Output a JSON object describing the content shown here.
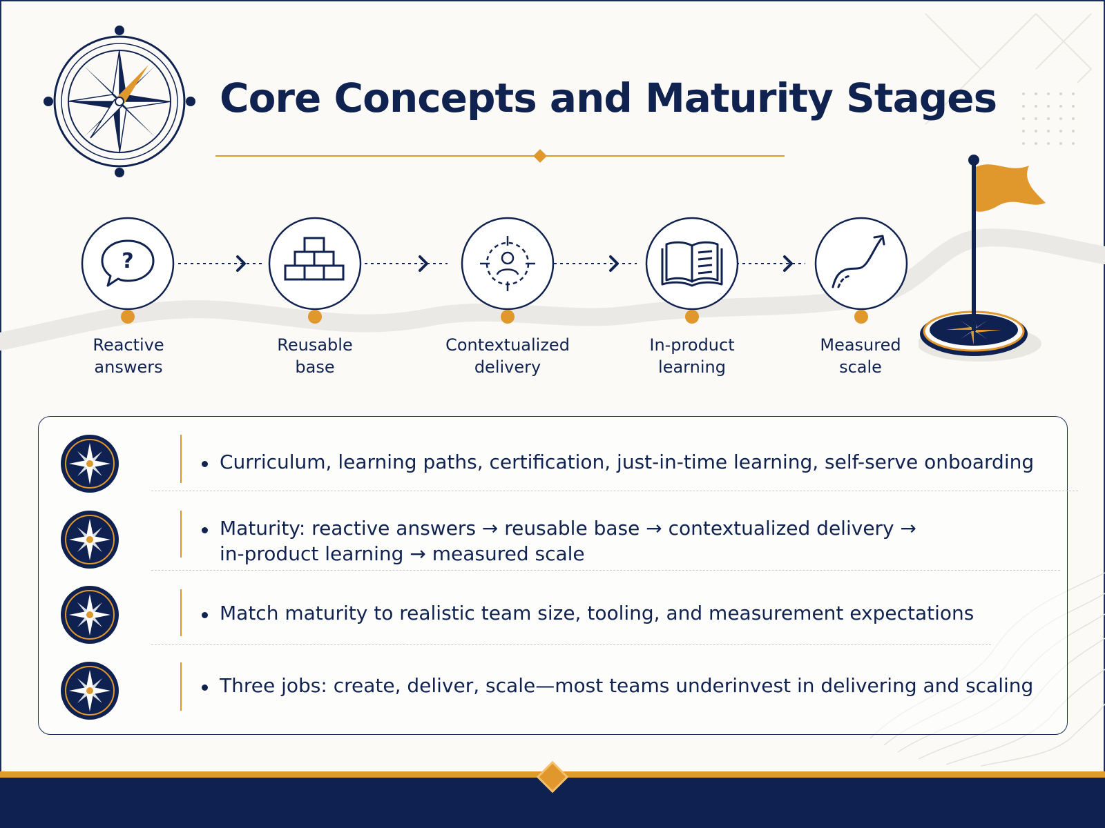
{
  "title": "Core Concepts and Maturity Stages",
  "colors": {
    "navy": "#10224f",
    "accent": "#e0972c",
    "background": "#fbfaf7"
  },
  "stages": [
    {
      "label_line1": "Reactive",
      "label_line2": "answers",
      "icon": "question-bubble-icon"
    },
    {
      "label_line1": "Reusable",
      "label_line2": "base",
      "icon": "stacked-blocks-icon"
    },
    {
      "label_line1": "Contextualized",
      "label_line2": "delivery",
      "icon": "target-person-icon"
    },
    {
      "label_line1": "In-product",
      "label_line2": "learning",
      "icon": "open-book-icon"
    },
    {
      "label_line1": "Measured",
      "label_line2": "scale",
      "icon": "growth-arrow-icon"
    }
  ],
  "bullets": [
    {
      "lines": [
        "Curriculum, learning paths, certification, just-in-time learning, self-serve onboarding"
      ]
    },
    {
      "lines": [
        "Maturity: reactive answers → reusable base → contextualized delivery →",
        "in-product learning → measured scale"
      ]
    },
    {
      "lines": [
        "Match maturity to realistic team size, tooling, and measurement expectations"
      ]
    },
    {
      "lines": [
        "Three jobs: create, deliver, scale—most teams underinvest in delivering and scaling"
      ]
    }
  ]
}
